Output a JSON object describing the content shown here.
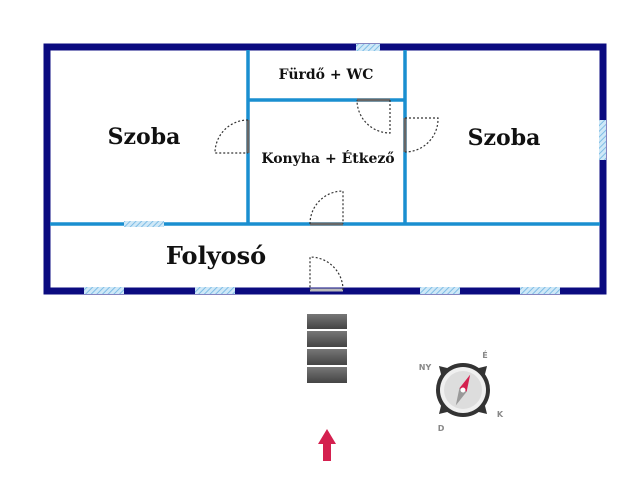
{
  "rooms": {
    "bathroom": "Fürdő + WC",
    "room_left": "Szoba",
    "kitchen": "Konyha + Étkező",
    "room_right": "Szoba",
    "hallway": "Folyosó"
  },
  "compass": {
    "n": "É",
    "e": "K",
    "s": "D",
    "w": "NY"
  },
  "colors": {
    "outer_wall": "#0b0b80",
    "inner_wall": "#1a8fd0",
    "window": "#9fd0ee",
    "door": "#666666",
    "accent": "#d4204f"
  }
}
